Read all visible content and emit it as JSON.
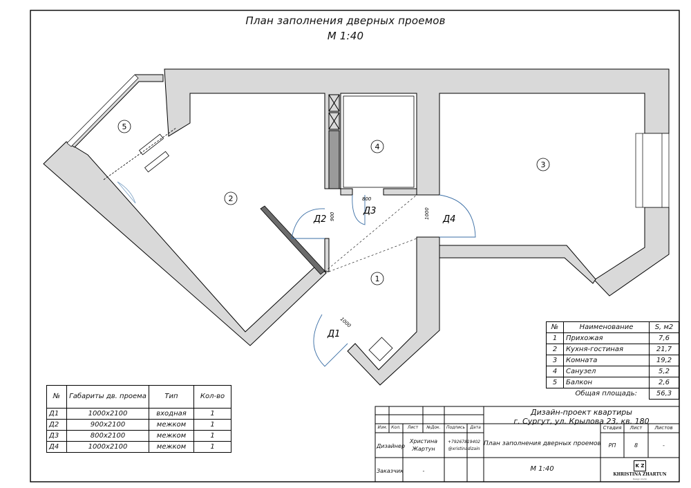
{
  "title": {
    "line1": "План заполнения дверных проемов",
    "line2": "М 1:40"
  },
  "rooms": [
    "5",
    "2",
    "4",
    "3",
    "1"
  ],
  "doors": [
    {
      "label": "Д1",
      "dim": "1000"
    },
    {
      "label": "Д2",
      "dim": "900"
    },
    {
      "label": "Д3",
      "dim": "800"
    },
    {
      "label": "Д4",
      "dim": "1000"
    }
  ],
  "rooms_table": {
    "headers": [
      "№",
      "Наименование",
      "S, м2"
    ],
    "rows": [
      [
        "1",
        "Прихожая",
        "7,6"
      ],
      [
        "2",
        "Кухня-гостиная",
        "21,7"
      ],
      [
        "3",
        "Комната",
        "19,2"
      ],
      [
        "4",
        "Санузел",
        "5,2"
      ],
      [
        "5",
        "Балкон",
        "2,6"
      ]
    ],
    "total_label": "Общая площадь:",
    "total_value": "56,3"
  },
  "doors_table": {
    "headers": [
      "№",
      "Габариты дв. проема",
      "Тип",
      "Кол-во"
    ],
    "rows": [
      [
        "Д1",
        "1000х2100",
        "входная",
        "1"
      ],
      [
        "Д2",
        "900х2100",
        "межком",
        "1"
      ],
      [
        "Д3",
        "800х2100",
        "межком",
        "1"
      ],
      [
        "Д4",
        "1000х2100",
        "межком",
        "1"
      ]
    ]
  },
  "stamp": {
    "project_line1": "Дизайн-проект квартиры",
    "project_line2": "г. Сургут, ул. Крылова 23, кв. 180",
    "cols": [
      "Изм.",
      "Кол.",
      "Лист",
      "№Док.",
      "Подпись",
      "Дата"
    ],
    "designer_label": "Дизайнер",
    "designer_name_1": "Христина",
    "designer_name_2": "Жартун",
    "phone": "+79267819402",
    "instagram": "@xristinadizain",
    "sheet_title": "План заполнения дверных проемов",
    "stage_label": "Стадия",
    "sheet_label": "Лист",
    "sheets_label": "Листов",
    "stage_value": "РП",
    "sheet_value": "8",
    "sheets_value": "-",
    "customer_label": "Заказчик",
    "customer_value": "-",
    "scale": "М 1:40",
    "logo_monogram": "K Z",
    "logo_text": "KHRISTINA ZHARTUN",
    "logo_sub": "Design studio"
  },
  "colors": {
    "wall_fill": "#d9d9d9",
    "wall_stroke": "#000000",
    "frame": "#000000"
  }
}
